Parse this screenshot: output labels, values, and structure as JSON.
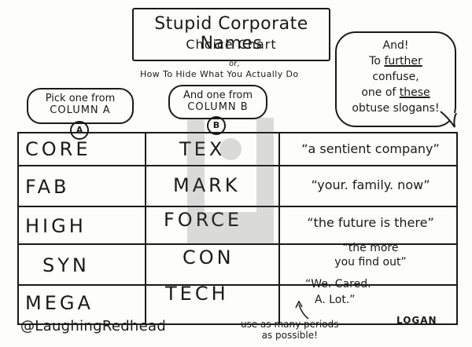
{
  "title": {
    "line1": "Stupid Corporate Names",
    "line2": "Choice Chart",
    "or": "or,",
    "subtitle": "How To Hide What You Actually Do"
  },
  "bubbles": {
    "column_a": {
      "line1": "Pick one from",
      "line2": "COLUMN A",
      "letter": "A"
    },
    "column_b": {
      "line1": "And one from",
      "line2": "COLUMN B",
      "letter": "B"
    },
    "slogan_note": {
      "line1": "And!",
      "line2_pre": "To ",
      "line2_ul": "further",
      "line3": "confuse,",
      "line4_pre": "one of ",
      "line4_ul": "these",
      "line5": "obtuse slogans!"
    }
  },
  "table": {
    "column_a": [
      "CORE",
      "FAB",
      "HIGH",
      "SYN",
      "MEGA"
    ],
    "column_b": [
      "TEX",
      "MARK",
      "FORCE",
      "CON",
      "TECH"
    ],
    "slogans": [
      [
        "“a sentient company”"
      ],
      [
        "“your. family. now”"
      ],
      [
        "“the future is there”"
      ],
      [
        "“the more",
        "you find out”"
      ],
      [
        "“We. Cared.",
        "A. Lot.”"
      ]
    ]
  },
  "footer": {
    "handle": "@LaughingRedhead",
    "note_line1": "use as many periods",
    "note_line2": "as possible!",
    "signature": "LOGAN"
  }
}
